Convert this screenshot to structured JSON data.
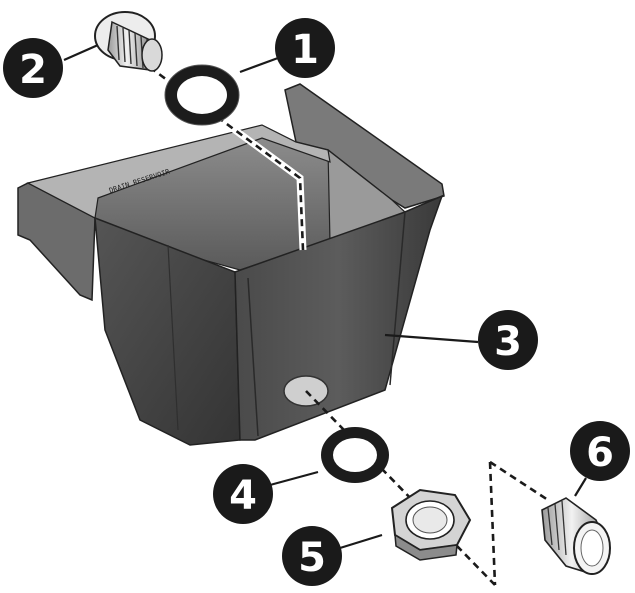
{
  "diagram": {
    "tank_label": "DRAIN RESERVOIR",
    "callouts": [
      {
        "number": "1",
        "part": "washer-top"
      },
      {
        "number": "2",
        "part": "threaded-plug"
      },
      {
        "number": "3",
        "part": "reservoir-tank"
      },
      {
        "number": "4",
        "part": "washer-bottom"
      },
      {
        "number": "5",
        "part": "hex-nut"
      },
      {
        "number": "6",
        "part": "drain-fitting"
      }
    ]
  },
  "colors": {
    "callout_fill": "#1a1a1a",
    "tank_dark": "#3c3c3c",
    "tank_mid": "#5e5e5e",
    "tank_light": "#8a8a8a",
    "part_metal": "#c8c8c8"
  }
}
